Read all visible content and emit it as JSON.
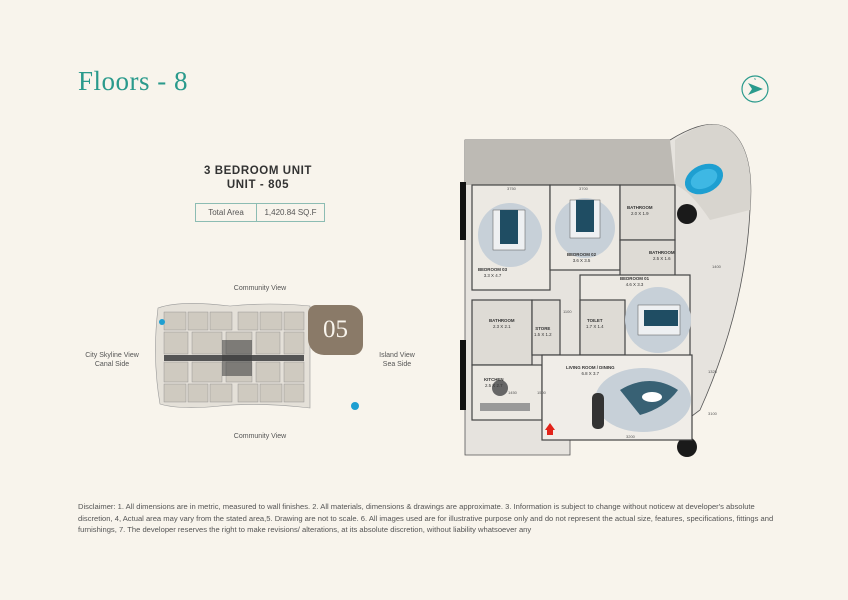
{
  "page": {
    "title": "Floors - 8"
  },
  "unit": {
    "type": "3 BEDROOM UNIT",
    "number": "UNIT - 805",
    "area_label": "Total Area",
    "area_value": "1,420.84 SQ.F"
  },
  "keyplan": {
    "views": {
      "top": "Community View",
      "bottom": "Community View",
      "left": "City Skyline View\nCanal Side",
      "right": "Island View\nSea Side"
    },
    "highlight": "05"
  },
  "plan": {
    "rooms": [
      {
        "name": "BEDROOM 03",
        "size": "3.3 X 4.7"
      },
      {
        "name": "BEDROOM 02",
        "size": "3.6 X 3.5"
      },
      {
        "name": "BATHROOM",
        "size": "2.0 X 1.9"
      },
      {
        "name": "BATHROOM",
        "size": "2.5 X 1.6"
      },
      {
        "name": "BEDROOM 01",
        "size": "4.6 X 3.3"
      },
      {
        "name": "BATHROOM",
        "size": "2.3 X 2.1"
      },
      {
        "name": "STORE",
        "size": "1.5 X 1.2"
      },
      {
        "name": "TOILET",
        "size": "1.7 X 1.4"
      },
      {
        "name": "KITCHEN",
        "size": "2.5 X 2.7"
      },
      {
        "name": "LIVING ROOM / DINING",
        "size": "6.8 X 3.7"
      }
    ],
    "dims": [
      "3750",
      "3700",
      "1400",
      "1500",
      "1100",
      "1325",
      "3100",
      "3200",
      "1450"
    ]
  },
  "disclaimer": "Disclaimer: 1. All dimensions are in metric, measured to wall finishes. 2. All materials, dimensions & drawings are approximate. 3. Information is subject to change without noticew at developer's absolute discretion, 4, Actual area may vary from the stated area,5. Drawing are not to scale. 6. All images used are for illustrative purpose only and do not represent the actual size, features, specifications, fittings and furnishings, 7. The developer reserves the right to make revisions/ alterations, at its absolute discretion, without liability whatsoever any",
  "colors": {
    "accent": "#2a9a8c",
    "badge": "#8a7a68",
    "background": "#f8f4ec",
    "pool": "#1e9fd1"
  }
}
